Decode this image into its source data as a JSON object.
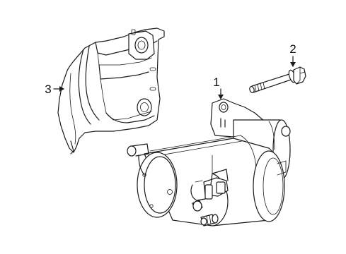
{
  "diagram": {
    "callouts": [
      {
        "number": "1",
        "part": "starter-motor"
      },
      {
        "number": "2",
        "part": "mounting-bolt"
      },
      {
        "number": "3",
        "part": "heat-shield"
      }
    ]
  }
}
